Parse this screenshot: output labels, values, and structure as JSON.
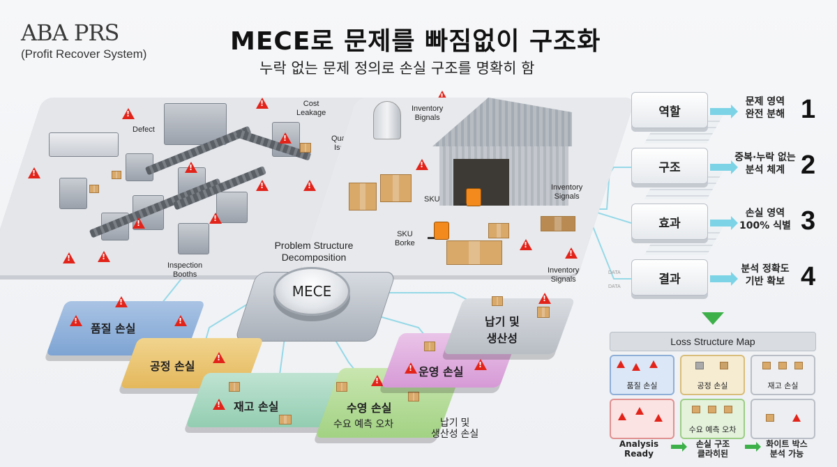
{
  "brand": {
    "name": "ABA PRS",
    "subtitle": "(Profit Recover System)"
  },
  "header": {
    "title": "MECE로 문제를 빠짐없이 구조화",
    "subtitle": "누락 없는 문제 정의로 손실 구조를 명확히 함"
  },
  "scene_labels": {
    "defect": "Defect",
    "cost_leakage": "Cost\nLeakage",
    "quality_issue": "Quality\nIssue",
    "inventory_bignals": "Inventory\nBignals",
    "inspection_booths": "Inspection\nBooths",
    "sku": "SKU",
    "sku_borke": "SKU\nBorke",
    "inventory_signals_1": "Inventory\nSignals",
    "inventory_signals_2": "Inventory\nSignals",
    "data_1": "DATA",
    "data_2": "DATA"
  },
  "hub": {
    "caption": "Problem Structure\nDecomposition",
    "label": "MECE"
  },
  "loss_tiles": {
    "quality": "품질 손실",
    "process": "공정 손실",
    "stock": "재고 손실",
    "demand_title": "수영 손실",
    "demand_sub": "수요 예측 오차",
    "ops": "운영 손실",
    "delivery": "납기 및\n생산성",
    "delivery_note": "납기 및\n생산성 손실"
  },
  "steps": [
    {
      "label": "역할",
      "desc": "문제 영역\n완전 분해",
      "num": "1"
    },
    {
      "label": "구조",
      "desc": "중복·누락 없는\n분석 체계",
      "num": "2"
    },
    {
      "label": "효과",
      "desc": "손실 영역\n100% 식별",
      "num": "3"
    },
    {
      "label": "결과",
      "desc": "분석 정확도\n기반 확보",
      "num": "4"
    }
  ],
  "loss_map": {
    "title": "Loss Structure Map",
    "cells": [
      "품질 손실",
      "공정 손실",
      "재고 손실",
      "",
      "수요 예측 오차",
      ""
    ],
    "footer": [
      "Analysis\nReady",
      "손실 구조\n클라히된",
      "화이트 박스\n분석 가능"
    ]
  },
  "colors": {
    "warning": "#e2231a",
    "arrow": "#7dd3e6",
    "success": "#3db04a"
  }
}
